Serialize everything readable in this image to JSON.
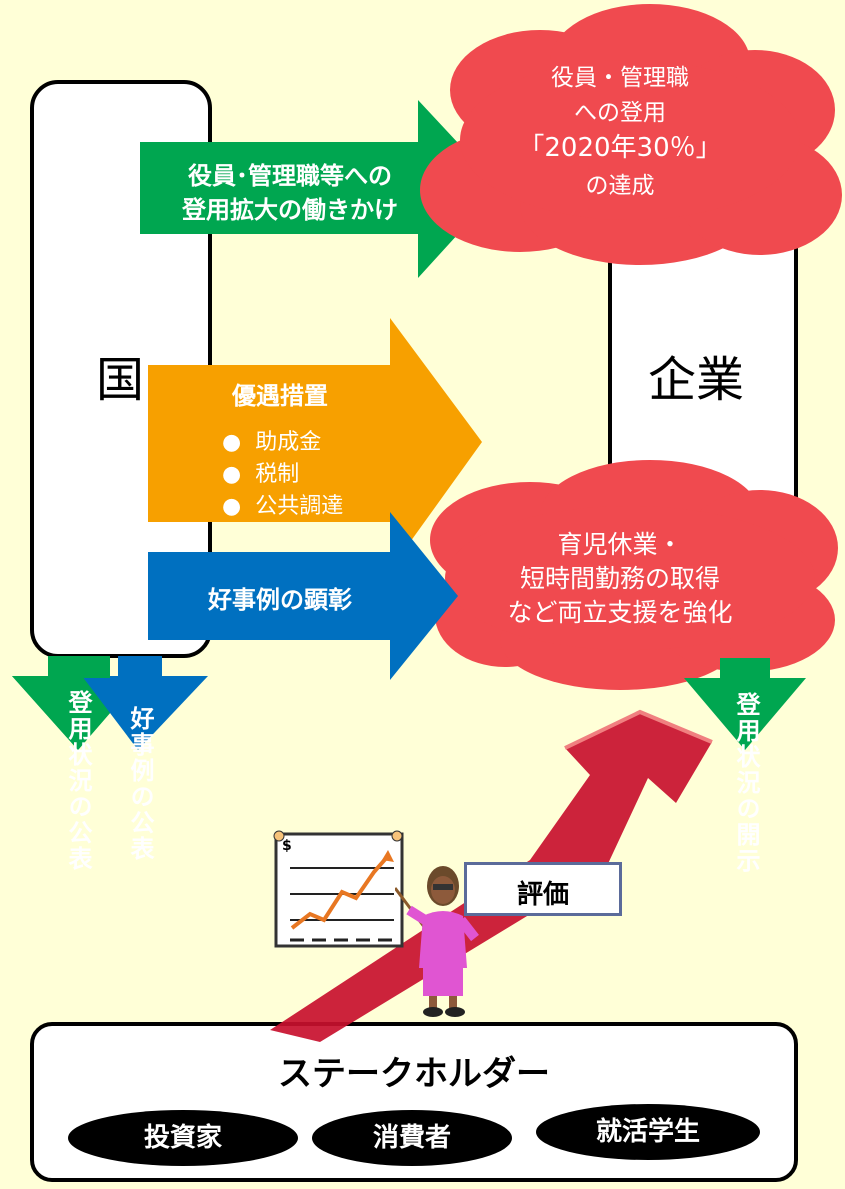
{
  "country": {
    "label": "国"
  },
  "company": {
    "label": "企業"
  },
  "arrows": {
    "promote": {
      "line1": "役員･管理職等への",
      "line2": "登用拡大の働きかけ"
    },
    "incentives": {
      "title": "優遇措置",
      "items": [
        "助成金",
        "税制",
        "公共調達"
      ],
      "bullet": "●"
    },
    "commend": {
      "label": "好事例の顕彰"
    },
    "country_disclosure": {
      "label": "登用状況の公表"
    },
    "good_practice": {
      "label": "好事例の公表"
    },
    "company_disclosure": {
      "label": "登用状況の開示"
    }
  },
  "clouds": {
    "goal": {
      "line1": "役員・管理職",
      "line2": "への登用",
      "line3": "「2020年30％」",
      "line4": "の達成"
    },
    "support": {
      "line1": "育児休業・",
      "line2": "短時間勤務の取得",
      "line3": "など両立支援を強化"
    }
  },
  "evaluation": {
    "label": "評価",
    "chart_symbol": "$"
  },
  "stakeholders": {
    "title": "ステークホルダー",
    "groups": [
      "投資家",
      "消費者",
      "就活学生"
    ]
  },
  "colors": {
    "background": "#FFFFD7",
    "green": "#00A650",
    "orange": "#F7A000",
    "blue": "#0070C0",
    "cloud": "#F04A4F"
  }
}
